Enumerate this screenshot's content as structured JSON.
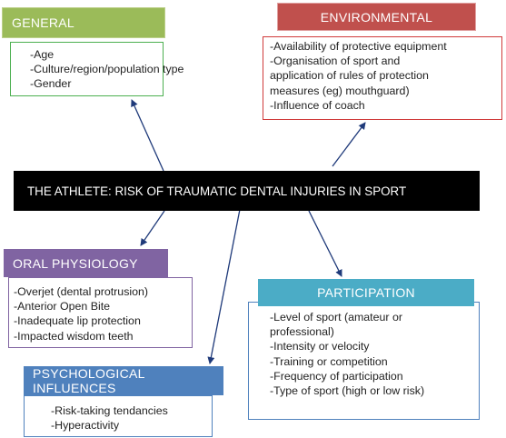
{
  "center": {
    "title": "THE ATHLETE: RISK OF TRAUMATIC DENTAL INJURIES IN SPORT"
  },
  "general": {
    "title": "GENERAL",
    "items": [
      "-Age",
      "-Culture/region/population type",
      "-Gender"
    ]
  },
  "environmental": {
    "title": "ENVIRONMENTAL",
    "items": [
      "-Availability of protective equipment",
      "-Organisation of sport and",
      "application of rules of protection",
      "measures (eg) mouthguard)",
      "-Influence of coach"
    ]
  },
  "oral_physiology": {
    "title": "ORAL PHYSIOLOGY",
    "items": [
      "-Overjet (dental protrusion)",
      "-Anterior Open Bite",
      "-Inadequate lip protection",
      "-Impacted wisdom teeth"
    ]
  },
  "participation": {
    "title": "PARTICIPATION",
    "items": [
      "-Level of sport (amateur or",
      "professional)",
      "-Intensity or velocity",
      "-Training or competition",
      "-Frequency of participation",
      "-Type of sport (high or low risk)"
    ]
  },
  "psychological": {
    "title": "PSYCHOLOGICAL INFLUENCES",
    "items": [
      "-Risk-taking tendancies",
      "-Hyperactivity"
    ]
  },
  "colors": {
    "general": "#9bbb59",
    "environmental": "#c0504d",
    "oral_physiology": "#8064a2",
    "participation": "#4bacc6",
    "psychological": "#4f81bd",
    "arrow": "#1f3a7a"
  }
}
